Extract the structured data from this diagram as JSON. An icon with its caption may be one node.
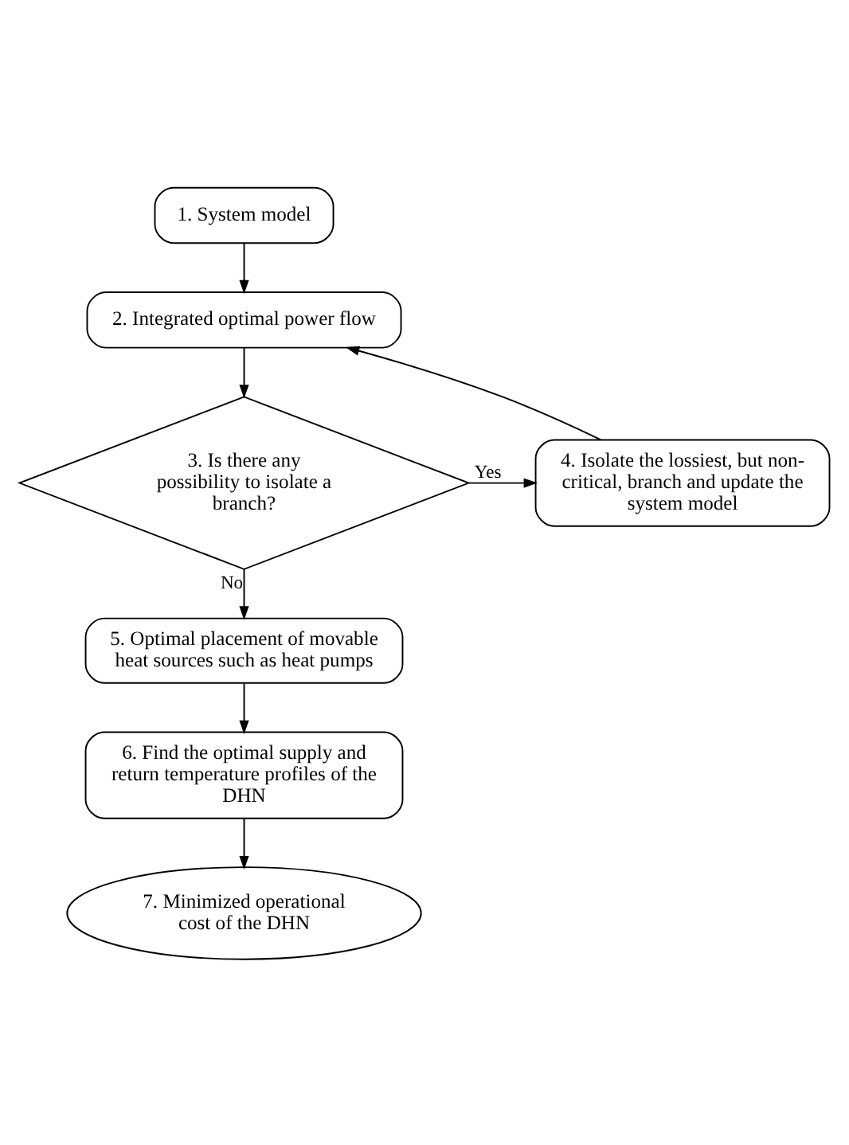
{
  "diagram": {
    "nodes": [
      {
        "text": [
          "1. System model"
        ]
      },
      {
        "text": [
          "2. Integrated optimal power flow"
        ]
      },
      {
        "text": [
          "3. Is there any possibility to isolate a branch?"
        ]
      },
      {
        "text": [
          "4. Isolate the lossiest, but non-critical, branch and update the system model"
        ]
      },
      {
        "text": [
          "5. Optimal placement of movable heat sources such as heat pumps"
        ]
      },
      {
        "text": [
          "6. Find the optimal supply and return temperature profiles of the DHN"
        ]
      },
      {
        "text": [
          "7. Minimized operational cost of the DHN"
        ]
      }
    ],
    "edges": [
      {
        "from": 0,
        "to": 1,
        "arrow": "to"
      },
      {
        "from": 1,
        "to": 2,
        "arrow": "to"
      },
      {
        "from": 2,
        "to": 3,
        "arrow": "to",
        "label": "Yes"
      },
      {
        "from": 3,
        "to": 1,
        "arrow": "to"
      },
      {
        "from": 2,
        "to": 4,
        "arrow": "to",
        "label": "No"
      },
      {
        "from": 4,
        "to": 5,
        "arrow": "to"
      },
      {
        "from": 5,
        "to": 6,
        "arrow": "to"
      }
    ]
  }
}
